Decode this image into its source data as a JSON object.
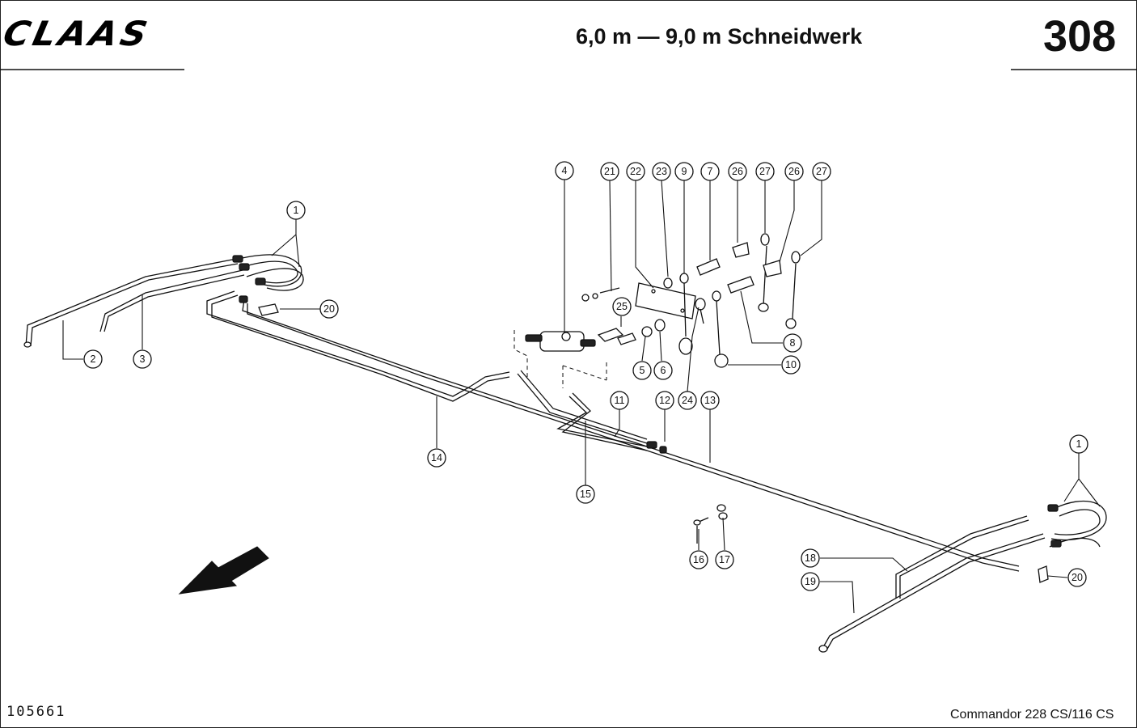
{
  "header": {
    "brand": "CLAAS",
    "title": "6,0 m — 9,0 m Schneidwerk",
    "page_number": "308"
  },
  "footer": {
    "doc_number": "105661",
    "model": "Commandor 228 CS/116 CS"
  },
  "callouts": [
    {
      "id": "c1a",
      "label": "1"
    },
    {
      "id": "c2",
      "label": "2"
    },
    {
      "id": "c3",
      "label": "3"
    },
    {
      "id": "c20a",
      "label": "20"
    },
    {
      "id": "c4",
      "label": "4"
    },
    {
      "id": "c21",
      "label": "21"
    },
    {
      "id": "c22",
      "label": "22"
    },
    {
      "id": "c23",
      "label": "23"
    },
    {
      "id": "c9",
      "label": "9"
    },
    {
      "id": "c7",
      "label": "7"
    },
    {
      "id": "c26a",
      "label": "26"
    },
    {
      "id": "c27a",
      "label": "27"
    },
    {
      "id": "c26b",
      "label": "26"
    },
    {
      "id": "c27b",
      "label": "27"
    },
    {
      "id": "c25",
      "label": "25"
    },
    {
      "id": "c8",
      "label": "8"
    },
    {
      "id": "c10",
      "label": "10"
    },
    {
      "id": "c5",
      "label": "5"
    },
    {
      "id": "c6",
      "label": "6"
    },
    {
      "id": "c24",
      "label": "24"
    },
    {
      "id": "c11",
      "label": "11"
    },
    {
      "id": "c12",
      "label": "12"
    },
    {
      "id": "c13",
      "label": "13"
    },
    {
      "id": "c14",
      "label": "14"
    },
    {
      "id": "c15",
      "label": "15"
    },
    {
      "id": "c1b",
      "label": "1"
    },
    {
      "id": "c16",
      "label": "16"
    },
    {
      "id": "c17",
      "label": "17"
    },
    {
      "id": "c18",
      "label": "18"
    },
    {
      "id": "c19",
      "label": "19"
    },
    {
      "id": "c20b",
      "label": "20"
    }
  ]
}
